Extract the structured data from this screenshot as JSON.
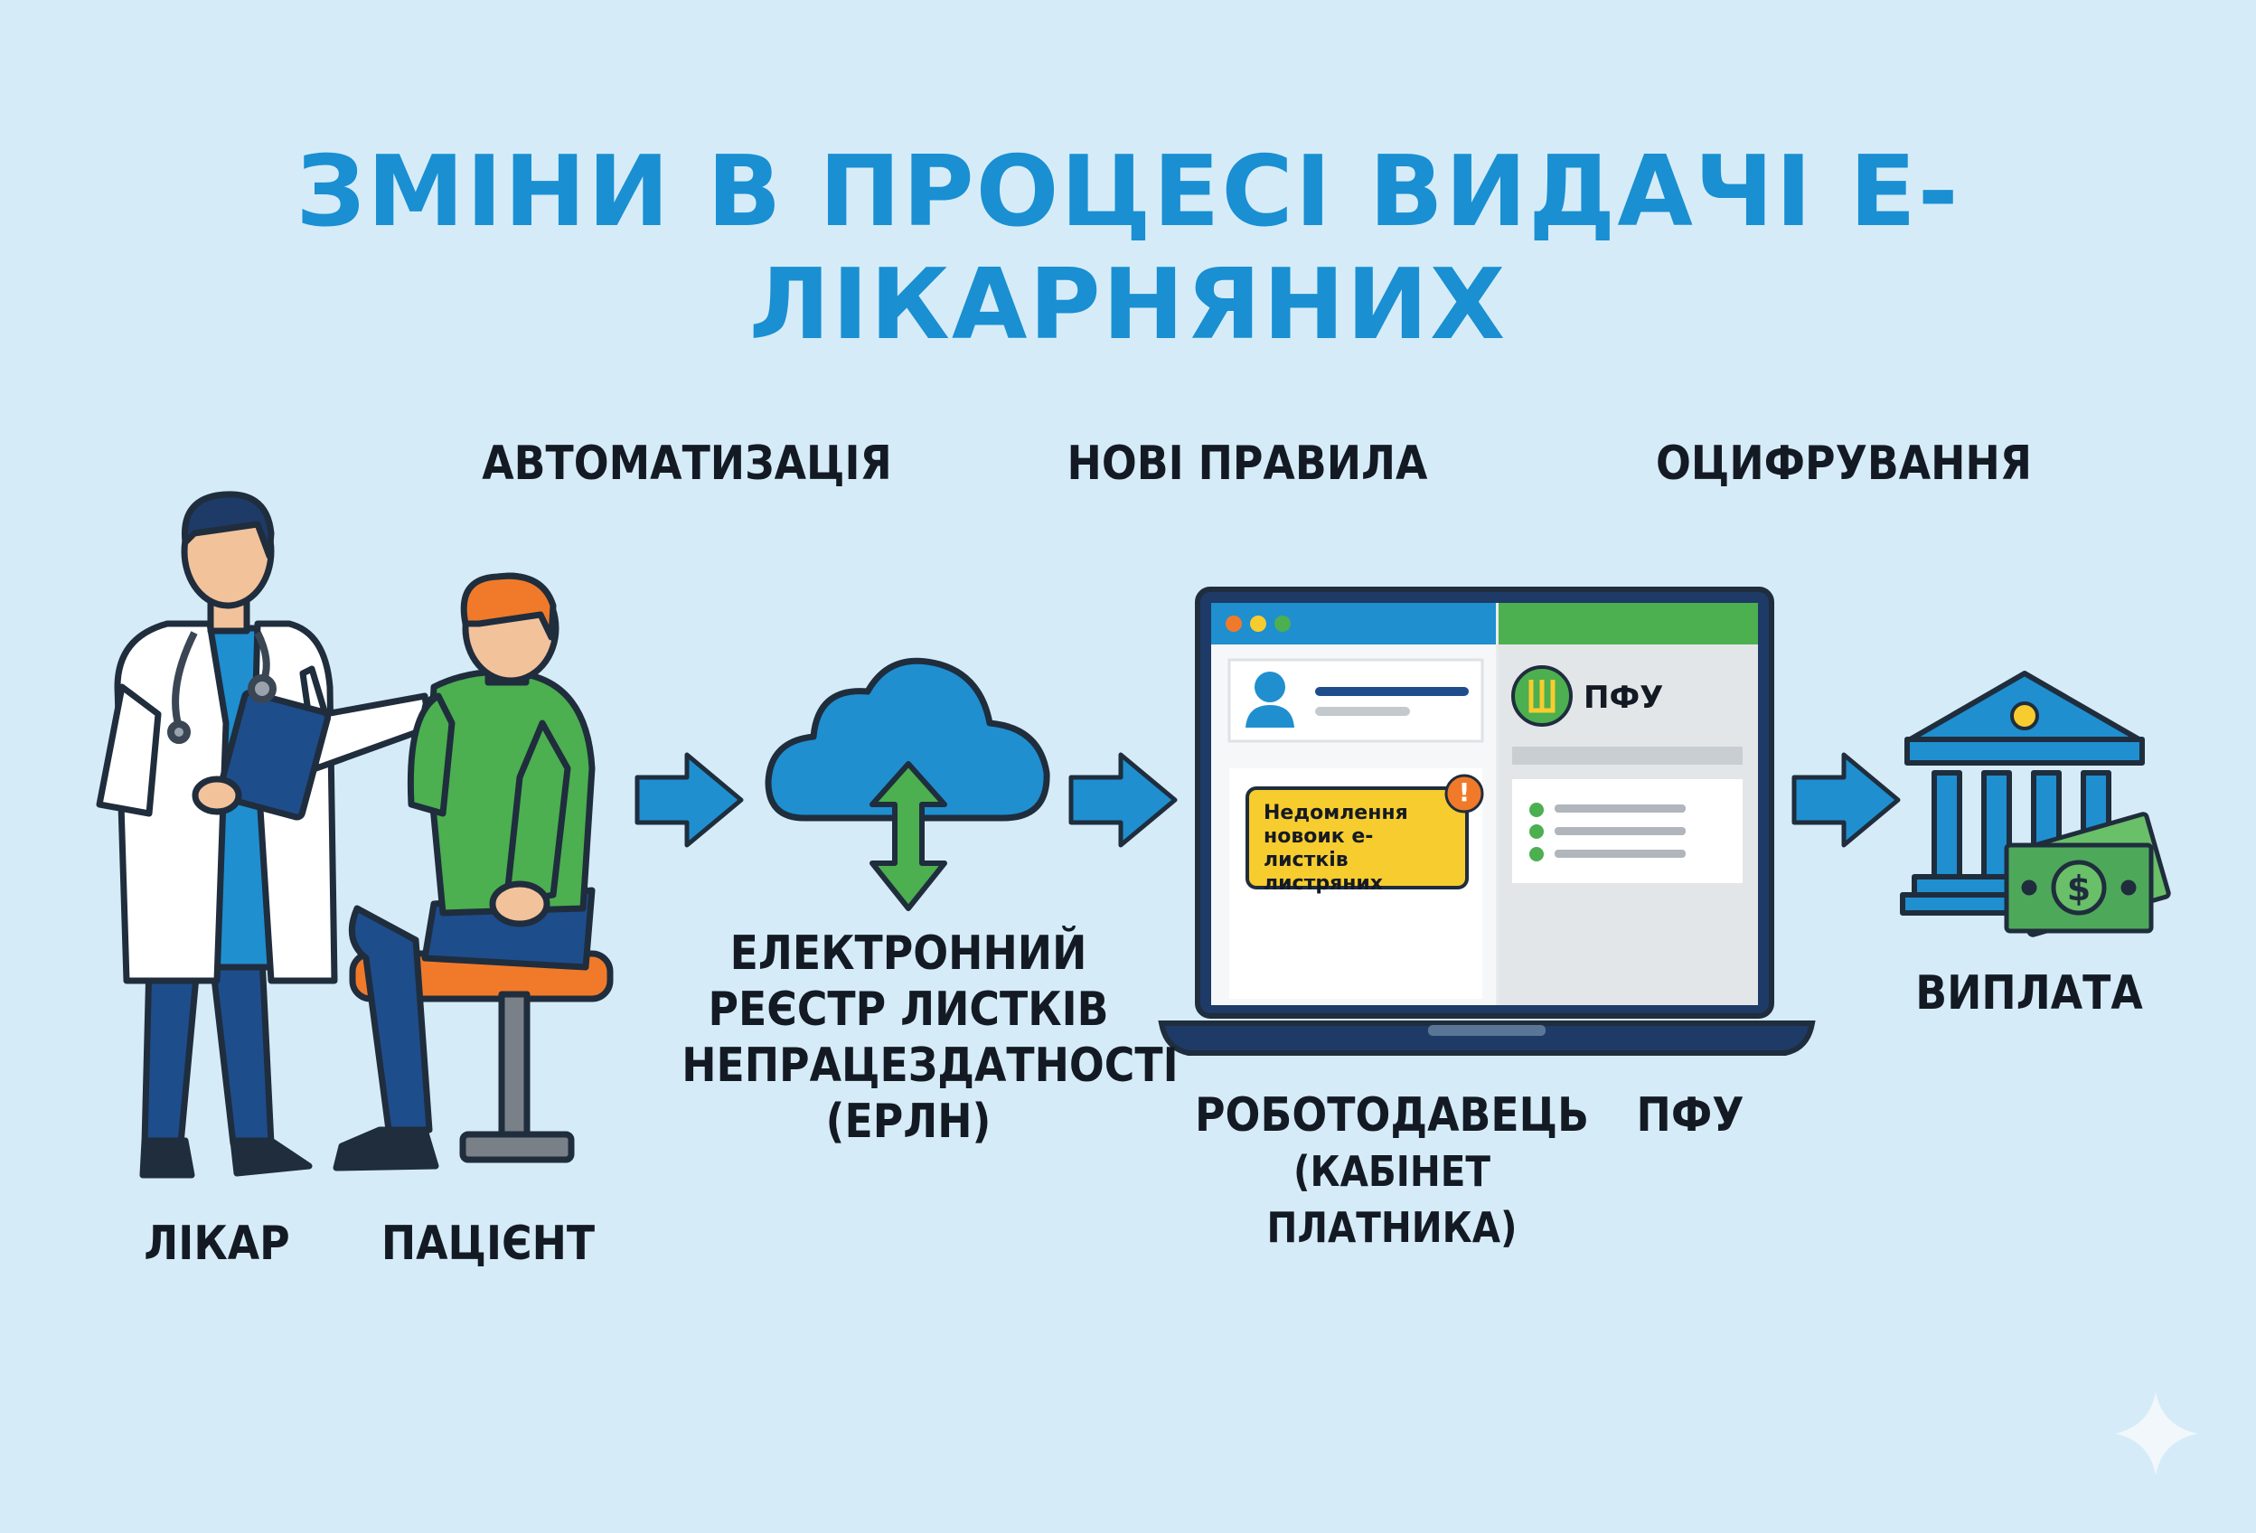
{
  "title": "ЗМІНИ В ПРОЦЕСІ ВИДАЧІ Е-ЛІКАРНЯНИХ",
  "stages": {
    "automation": "АВТОМАТИЗАЦІЯ",
    "new_rules": "НОВІ ПРАВИЛА",
    "digitization": "ОЦИФРУВАННЯ"
  },
  "actors": {
    "doctor": "ЛІКАР",
    "patient": "ПАЦІЄНТ",
    "registry_lines": [
      "ЕЛЕКТРОННИЙ",
      "РЕЄСТР ЛИСТКІВ",
      "НЕПРАЦЕЗДАТНОСТІ",
      "(ЕРЛН)"
    ],
    "employer_lines": [
      "РОБОТОДАВЕЦЬ",
      "(КАБІНЕТ ПЛАТНИКА)"
    ],
    "pfu": "ПФУ",
    "payment": "ВИПЛАТА"
  },
  "laptop": {
    "pfu_header": "ПФУ",
    "notice_lines": [
      "Недомлення",
      "новоик е-листків",
      "листряних"
    ],
    "notice_badge": "!"
  },
  "colors": {
    "background": "#d5ecf8",
    "title_blue": "#1a8fd2",
    "arrow_blue": "#1f8fd0",
    "pfu_green": "#4caf50",
    "notice_yellow": "#f7cc2e",
    "alert_orange": "#f0762a"
  },
  "icons": [
    "doctor-figure",
    "patient-figure",
    "stethoscope-icon",
    "clipboard-icon",
    "cloud-icon",
    "sync-arrows-icon",
    "laptop-icon",
    "user-icon",
    "trident-icon",
    "bank-icon",
    "money-icon",
    "sparkle-icon"
  ]
}
